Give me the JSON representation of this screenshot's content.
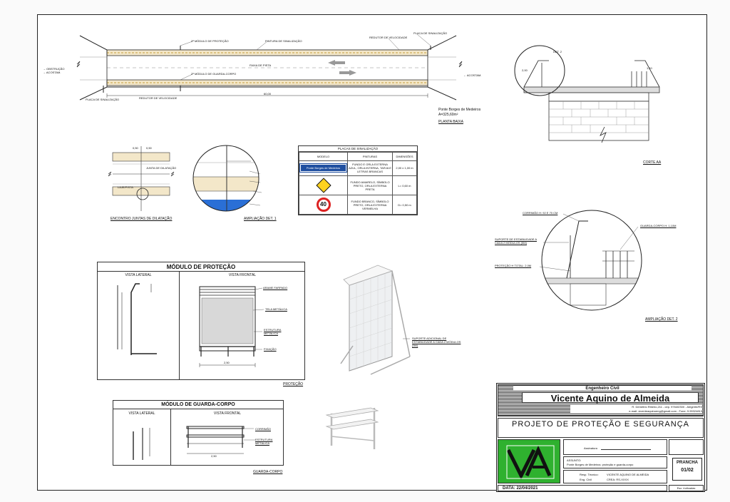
{
  "planta": {
    "title": "PLANTA BAIXA",
    "source": "Ponte Borges de Medeiros",
    "area": "A=325,60m²",
    "left_note": "→ OBSTRUÇÃO\n→ ACOSTAM.",
    "right_note": "← ACOSTAM.",
    "labels": {
      "modulo_protecao": "2ª MÓDULO DE PROTEÇÃO",
      "pintura": "PINTURA DE SINALIZAÇÃO",
      "redutor_top": "REDUTOR DE VELOCIDADE",
      "placa_top": "PLACA DE SINALIZAÇÃO",
      "guarda_corpo": "2ª MÓDULO DE GUARDA-CORPO",
      "placa_bottom": "PLACA DE SINALIZAÇÃO",
      "redutor_bottom": "REDUTOR DE VELOCIDADE",
      "faixa": "FAIXA DE PISTA",
      "dim_total": "60,00"
    }
  },
  "corte": {
    "title": "CORTE AA",
    "det": "DET. 2",
    "h1": "2,00",
    "h2": "1,10"
  },
  "encontro": {
    "title": "ENCONTRO JUNTAS DE DILATAÇÃO",
    "d1": "0,50",
    "d2": "0,50",
    "junta": "JUNTA DE DILATAÇÃO",
    "laje": "LAJE/PISTA"
  },
  "ampliacao1": {
    "title": "AMPLIAÇÃO DET. 1"
  },
  "placas": {
    "title": "PLACAS DE SINALIZAÇÃO",
    "headers": [
      "MODELO",
      "PINTURAS",
      "DIMENSÕES"
    ],
    "rows": [
      {
        "model": "Ponte Borges de Medeiros",
        "paint": "FUNDO E ORLA EXTERNA AZUL, ORLA INTERNA, TARJA E LETRAS BRANCAS",
        "dim": "2,00 x 1,00 m"
      },
      {
        "model": "",
        "paint": "FUNDO AMARELO, SÍMBOLO PRETO, ORLA EXTERNA PRETA",
        "dim": "L= 0,60 m"
      },
      {
        "model": "40",
        "paint": "FUNDO BRANCO, SÍMBOLO PRETO, ORLA EXTERNA VERMELHA",
        "dim": "D= 0,50 m"
      }
    ]
  },
  "ampliacao2": {
    "title": "AMPLIAÇÃO DET. 2",
    "corrimao": "CORRIMÃO H: 92 E 70 CM",
    "guarda": "GUARDA-CORPO H: 1,10M",
    "suporte": "SUPORTE DE ESTABILIDADE A CADA 2 MÓDULOS (5M)",
    "protecao": "PROTEÇÃO H TOTAL: 2,0M"
  },
  "modulo_protecao": {
    "title": "MÓDULO DE PROTEÇÃO",
    "lateral": "VISTA LATERAL",
    "frontal": "VISTA FRONTAL",
    "arame": "ARAME FARPADO",
    "tela": "TELA METÁLICA",
    "estrutura": "ESTRUTURA METÁLICA",
    "fixacao": "FIXAÇÃO",
    "dim": "2,50",
    "caption": "PROTEÇÃO"
  },
  "iso_protecao": {
    "suporte": "SUPORTE ADICIONAL DE ESTABILIDADE A CADA 2 MÓDULOS (5M)"
  },
  "modulo_guarda": {
    "title": "MÓDULO DE GUARDA-CORPO",
    "lateral": "VISTA LATERAL",
    "frontal": "VISTA FRONTAL",
    "corrimao": "CORRIMÃO",
    "estrutura": "ESTRUTURA METÁLICA",
    "dim": "2,50",
    "caption": "GUARDA-CORPO"
  },
  "titleblock": {
    "role": "Engenheiro Civil",
    "name": "Vicente Aquino de Almeida",
    "contact": "R. Demétrio Ribeiro,211 - cep. 97640/300 - Alegrete/RS",
    "email": "e-mail: vicenteaquinoeng@gmail.com - Fone: 9.99324813",
    "project": "PROJETO DE PROTEÇÃO E SEGURANÇA",
    "logo": "VA",
    "assinatura": "Assinatura",
    "assunto_label": "ASSUNTO:",
    "assunto": "Ponte Borges de Medeiros: proteção e guarda-corpo",
    "resp_label": "Resp. Técnico:",
    "resp": "VICENTE AQUINO DE ALMEIDA",
    "eng_label": "Eng. Civil",
    "crea": "CREA: RS-XXXX",
    "prancha_label": "PRANCHA",
    "prancha": "01/02",
    "date": "DATA: 22/04/2021",
    "escala": "Esc: indicadas"
  }
}
